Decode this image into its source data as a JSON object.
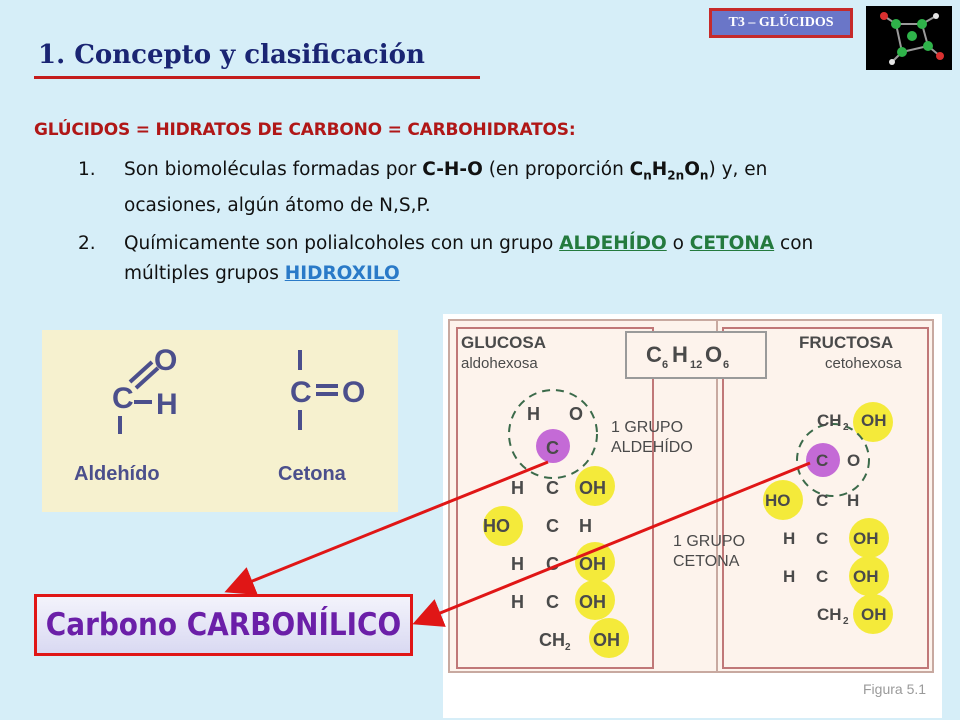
{
  "tag": "T3 – GLÚCIDOS",
  "title": "1. Concepto y clasificación",
  "heading": "GLÚCIDOS = HIDRATOS DE CARBONO = CARBOHIDRATOS:",
  "items": [
    {
      "num": "1.",
      "a": "Son biomoléculas formadas por ",
      "chno": "C-H-O",
      "b": " (en proporción ",
      "c": ") y, en",
      "line2": "ocasiones, algún átomo de N,S,P."
    },
    {
      "num": "2.",
      "a": "Químicamente son polialcoholes con un grupo ",
      "aldehido": "ALDEHÍDO",
      "o": " o ",
      "cetona": "CETONA",
      "b": "  con",
      "line2a": "múltiples grupos ",
      "hidroxilo": "HIDROXILO"
    }
  ],
  "left_figure": {
    "aldehido_label": "Aldehído",
    "cetona_label": "Cetona"
  },
  "right_figure": {
    "glucosa": "GLUCOSA",
    "aldohexosa": "aldohexosa",
    "fructosa": "FRUCTOSA",
    "cetohexosa": "cetohexosa",
    "grupo_aldehido": [
      "1 GRUPO",
      "ALDEHÍDO"
    ],
    "grupo_cetona": [
      "1 GRUPO",
      "CETONA"
    ]
  },
  "callout": "Carbono CARBONÍLICO",
  "colors": {
    "title": "#1a2573",
    "heading": "#b01717",
    "callout_text": "#6b1fa8",
    "arrow": "#e01616"
  }
}
